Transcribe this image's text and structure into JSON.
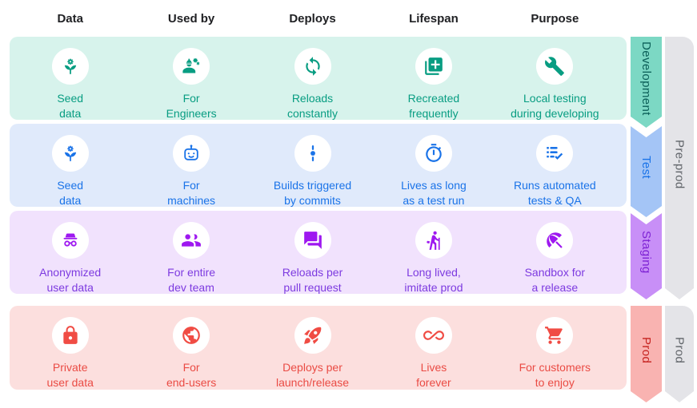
{
  "columns": [
    "Data",
    "Used by",
    "Deploys",
    "Lifespan",
    "Purpose"
  ],
  "rows": [
    {
      "id": "development",
      "ribbon_label": "Development",
      "background": "#d7f3ec",
      "accent": "#089d82",
      "ribbon_color": "#7cd8c4",
      "cells": [
        {
          "icon": "seed-data-icon",
          "label": "Seed\ndata"
        },
        {
          "icon": "engineering-icon",
          "label": "For\nEngineers"
        },
        {
          "icon": "sync-icon",
          "label": "Reloads\nconstantly"
        },
        {
          "icon": "add-copy-icon",
          "label": "Recreated\nfrequently"
        },
        {
          "icon": "wrench-icon",
          "label": "Local testing\nduring developing"
        }
      ]
    },
    {
      "id": "test",
      "ribbon_label": "Test",
      "background": "#e0eafb",
      "accent": "#1a73e8",
      "ribbon_color": "#a4c5f6",
      "cells": [
        {
          "icon": "seed-data-icon",
          "label": "Seed\ndata"
        },
        {
          "icon": "robot-icon",
          "label": "For\nmachines"
        },
        {
          "icon": "commit-icon",
          "label": "Builds triggered\nby commits"
        },
        {
          "icon": "stopwatch-icon",
          "label": "Lives as long\nas a test run"
        },
        {
          "icon": "checklist-icon",
          "label": "Runs automated\ntests & QA"
        }
      ]
    },
    {
      "id": "staging",
      "ribbon_label": "Staging",
      "background": "#f1e2fd",
      "accent": "#7d3be0",
      "icon_color": "#9e18f0",
      "ribbon_color": "#c88ff7",
      "cells": [
        {
          "icon": "incognito-icon",
          "label": "Anonymized\nuser data"
        },
        {
          "icon": "group-icon",
          "label": "For entire\ndev team"
        },
        {
          "icon": "chat-bubbles-icon",
          "label": "Reloads per\npull request"
        },
        {
          "icon": "hiking-icon",
          "label": "Long lived,\nimitate prod"
        },
        {
          "icon": "beach-umbrella-icon",
          "label": "Sandbox for\na release"
        }
      ]
    },
    {
      "id": "prod",
      "ribbon_label": "Prod",
      "background": "#fcdfde",
      "accent": "#ea4b44",
      "ribbon_color": "#f9b3b1",
      "cells": [
        {
          "icon": "lock-icon",
          "label": "Private\nuser data"
        },
        {
          "icon": "globe-icon",
          "label": "For\nend-users"
        },
        {
          "icon": "rocket-icon",
          "label": "Deploys per\nlaunch/release"
        },
        {
          "icon": "infinity-icon",
          "label": "Lives\nforever"
        },
        {
          "icon": "shopping-cart-icon",
          "label": "For customers\nto enjoy"
        }
      ]
    }
  ],
  "stage_groups": [
    {
      "label": "Pre-prod",
      "color": "#e4e4e8",
      "text_color": "#5f6368"
    },
    {
      "label": "Prod",
      "color": "#e4e4e8",
      "text_color": "#5f6368"
    }
  ]
}
